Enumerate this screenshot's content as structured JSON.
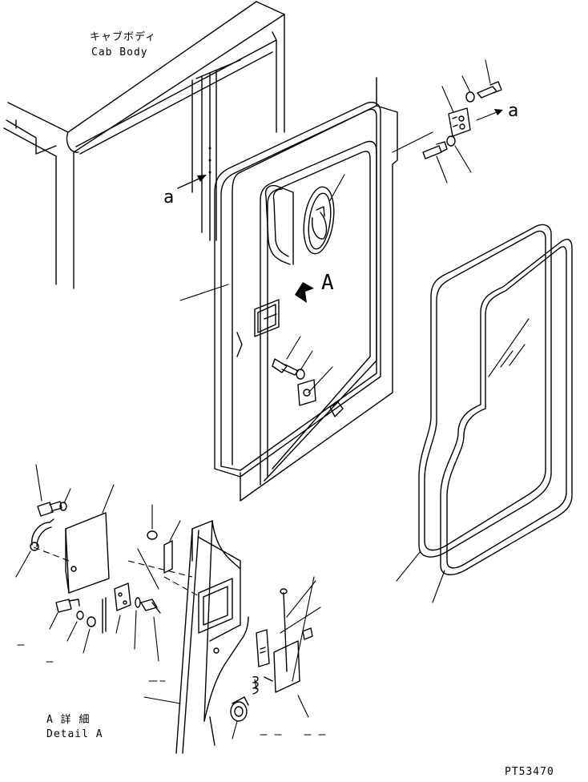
{
  "labels": {
    "cab_body_jp": "キャブボディ",
    "cab_body_en": "Cab Body",
    "view_a_left": "a",
    "view_a_right": "a",
    "view_arrow_A": "A",
    "detail_jp": "A 詳 細",
    "detail_en": "Detail A",
    "figure_code": "PT53470"
  },
  "icons": [
    "view-arrow-icon",
    "view-arrow-A-icon"
  ],
  "colors": {
    "ink": "#000000",
    "paper": "#ffffff"
  }
}
